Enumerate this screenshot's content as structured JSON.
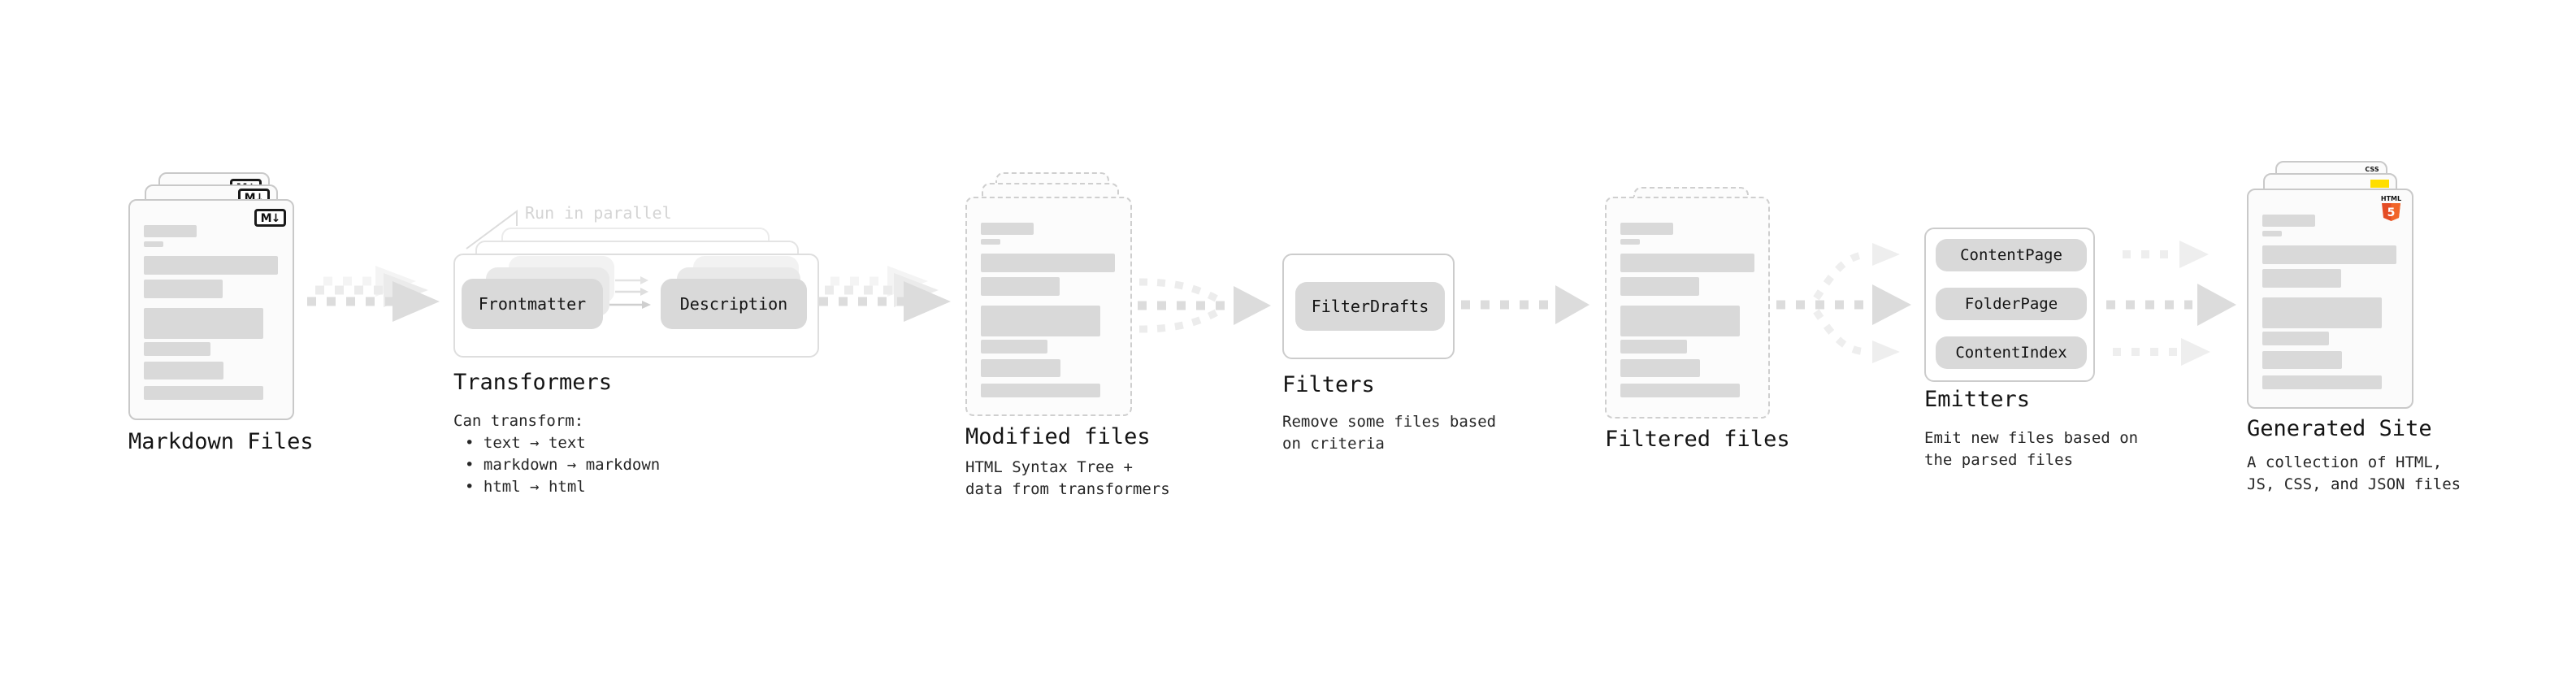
{
  "stages": {
    "markdown_files": {
      "title": "Markdown Files",
      "badge": "M↓"
    },
    "transformers": {
      "title": "Transformers",
      "note": "Run in parallel",
      "pill_frontmatter": "Frontmatter",
      "pill_description": "Description",
      "desc_heading": "Can transform:",
      "desc_items": [
        "• text → text",
        "• markdown → markdown",
        "• html → html"
      ]
    },
    "modified_files": {
      "title": "Modified files",
      "subtitle_line1": "HTML Syntax Tree +",
      "subtitle_line2": "data from transformers"
    },
    "filters": {
      "title": "Filters",
      "pill": "FilterDrafts",
      "subtitle_line1": "Remove some files based",
      "subtitle_line2": "on criteria"
    },
    "filtered_files": {
      "title": "Filtered files"
    },
    "emitters": {
      "title": "Emitters",
      "pills": [
        "ContentPage",
        "FolderPage",
        "ContentIndex"
      ],
      "subtitle_line1": "Emit new files based on",
      "subtitle_line2": "the parsed files"
    },
    "generated_site": {
      "title": "Generated Site",
      "subtitle_line1": "A collection of HTML,",
      "subtitle_line2": "JS, CSS, and JSON files",
      "css_badge_label": "CSS",
      "html_badge_label": "HTML",
      "html_badge_number": "5"
    }
  },
  "colors": {
    "bar_gray": "#d9d9d9",
    "arrow_dark": "#dcdcdc",
    "arrow_light": "#ebebeb",
    "arrow_faint": "#f4f4f4",
    "js_yellow": "#ffde00",
    "css_blue": "#2965f1",
    "html5_orange": "#e44d26",
    "html5_orange_light": "#f16529"
  }
}
